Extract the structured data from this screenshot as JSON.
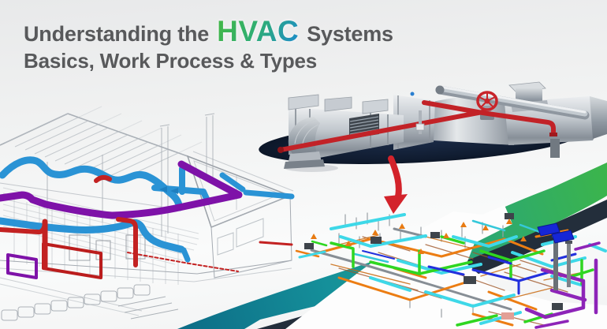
{
  "banner": {
    "title_prefix": "Understanding the",
    "title_highlight": "HVAC",
    "title_suffix": "Systems",
    "title_line2": "Basics, Work Process & Types"
  },
  "palette": {
    "title_text": "#58595b",
    "hvac_gradient_start": "#41b64b",
    "hvac_gradient_end": "#1d8ec6",
    "swoosh_teal": "#0c6a85",
    "swoosh_green": "#3cb54a",
    "swoosh_dark": "#232e3b",
    "arrow_red": "#d3232b",
    "duct_blue": "#2a93d5",
    "duct_purple": "#7e12a8",
    "duct_red": "#c32222",
    "equipment_silver": "#c3c9cf",
    "equipment_shadow_navy": "#111e33",
    "pipe_cyan": "#3ed8e8",
    "pipe_orange": "#ec7d13",
    "pipe_green": "#2fd621",
    "pipe_blue": "#2230dd",
    "pipe_purple": "#8d24b8"
  },
  "illustrations": {
    "house": "residential-hvac-wireframe-model",
    "equipment": "rooftop-duct-3d-render",
    "bim": "mep-piping-3d-model",
    "arrow": "red-curved-arrow"
  }
}
